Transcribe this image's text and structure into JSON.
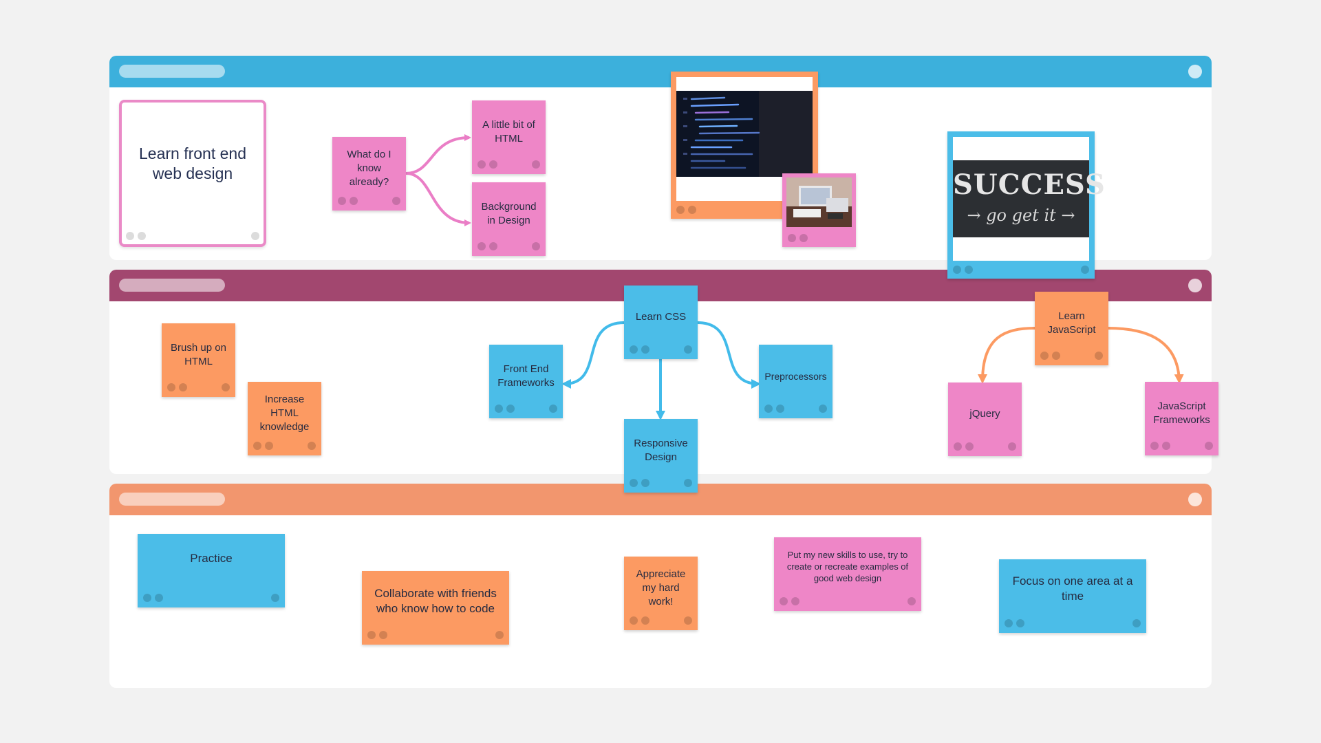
{
  "colors": {
    "lane1": "#3cb0dc",
    "lane2": "#a2476f",
    "lane3": "#f2966e",
    "pink": "#ee86c7",
    "orange": "#fc9a62",
    "blue": "#4bbde8"
  },
  "lanes": [
    {
      "id": "lane-1",
      "color": "#3cb0dc"
    },
    {
      "id": "lane-2",
      "color": "#a2476f"
    },
    {
      "id": "lane-3",
      "color": "#f2966e"
    }
  ],
  "title_card": "Learn front end web design",
  "notes": {
    "what_know": "What do I know already?",
    "html_bit": "A little bit of HTML",
    "background_design": "Background in Design",
    "brush_html": "Brush up on HTML",
    "increase_html": "Increase HTML knowledge",
    "learn_css": "Learn CSS",
    "front_end_frameworks": "Front End Frameworks",
    "preprocessors": "Preprocessors",
    "responsive_design": "Responsive Design",
    "learn_js": "Learn JavaScript",
    "jquery": "jQuery",
    "js_frameworks": "JavaScript Frameworks",
    "practice": "Practice",
    "collaborate": "Collaborate with friends who know how to code",
    "appreciate": "Appreciate my hard work!",
    "put_skills": "Put my new skills to use, try to create or recreate examples of good web design",
    "focus": "Focus on one area at a time"
  },
  "images": {
    "code_screen": "code-on-monitor-photo",
    "desk_laptop": "desk-with-computers-photo",
    "success_chalkboard": "success-go-get-it-chalkboard-photo",
    "success_text": "SUCCESS",
    "success_subtext": "go get it"
  }
}
